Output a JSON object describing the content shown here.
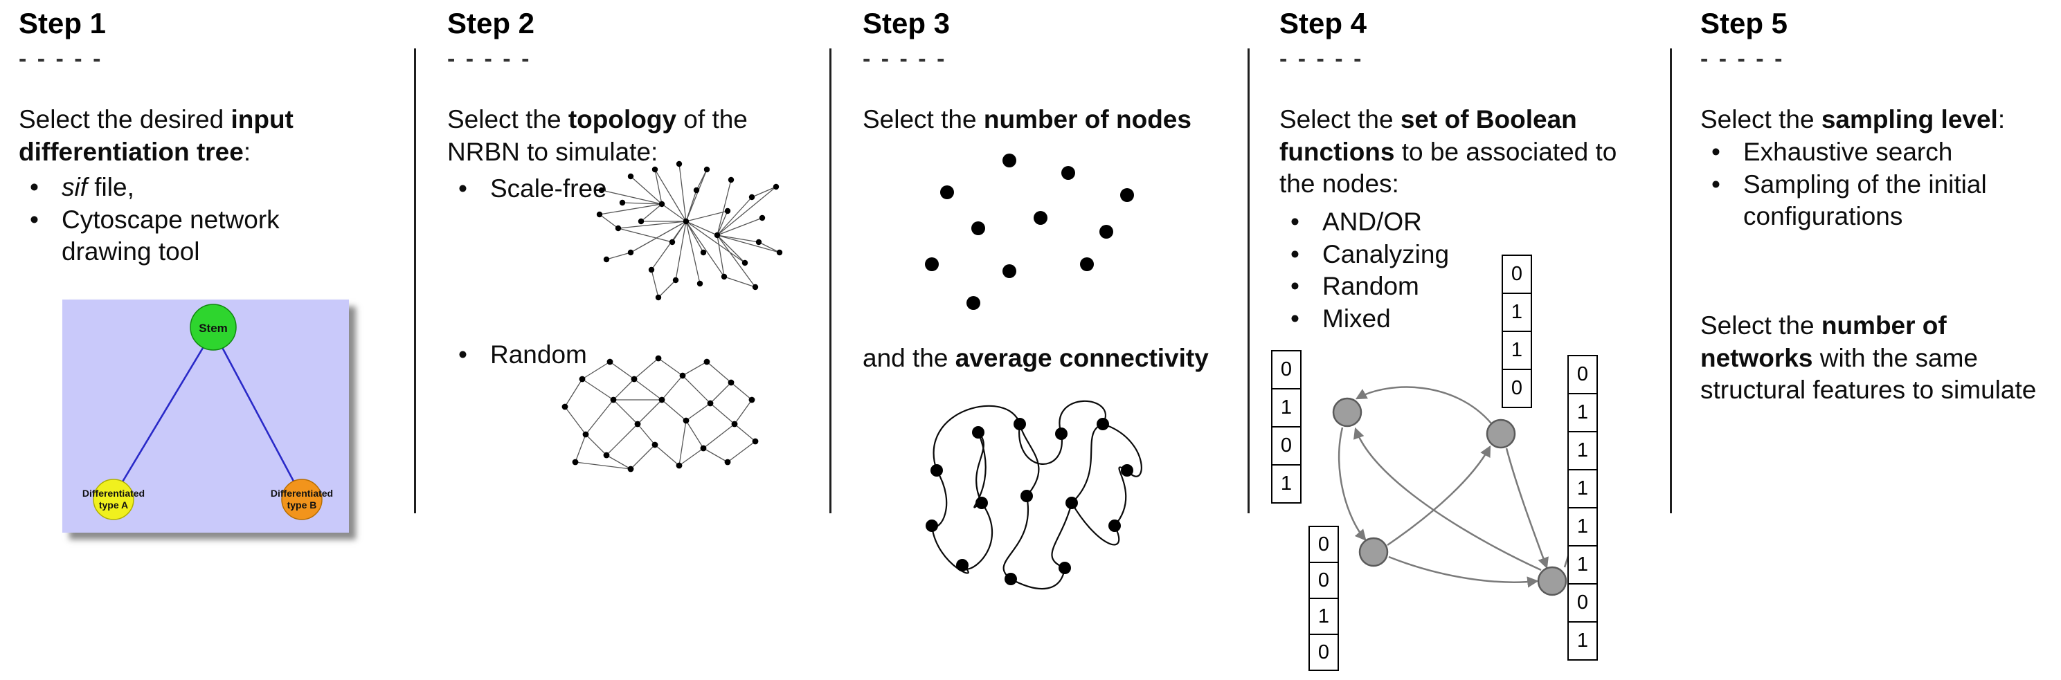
{
  "step1": {
    "title": "Step 1",
    "dashes": "- - - - -",
    "intro_pre": "Select the desired ",
    "intro_bold": "input differentiation tree",
    "intro_post": ":",
    "bullet1_italic": "sif",
    "bullet1_rest": " file,",
    "bullet2": "Cytoscape network drawing tool",
    "tree": {
      "stem_label": "Stem",
      "type_a_line1": "Differentiated",
      "type_a_line2": "type A",
      "type_b_line1": "Differentiated",
      "type_b_line2": "type B",
      "colors": {
        "background": "#c9c9fa",
        "stem": "#2ed52e",
        "type_a": "#f0f01e",
        "type_b": "#f2941c",
        "edge": "#2929c8"
      }
    }
  },
  "step2": {
    "title": "Step 2",
    "dashes": "- - - - -",
    "intro_pre": "Select the ",
    "intro_bold": "topology",
    "intro_post": " of the NRBN to simulate:",
    "bullet1": "Scale-free",
    "bullet2": "Random"
  },
  "step3": {
    "title": "Step 3",
    "dashes": "- - - - -",
    "line1_pre": "Select the ",
    "line1_bold": "number of nodes",
    "line2_pre": "and the ",
    "line2_bold": "average connectivity"
  },
  "step4": {
    "title": "Step 4",
    "dashes": "- - - - -",
    "intro_pre": "Select the ",
    "intro_bold": "set of Boolean functions",
    "intro_post": " to be associated to the nodes:",
    "bullets": [
      "AND/OR",
      "Canalyzing",
      "Random",
      "Mixed"
    ],
    "tables": {
      "left": [
        "0",
        "1",
        "0",
        "1"
      ],
      "top": [
        "0",
        "1",
        "1",
        "0"
      ],
      "bottom": [
        "0",
        "0",
        "1",
        "0"
      ],
      "right": [
        "0",
        "1",
        "1",
        "1",
        "1",
        "1",
        "0",
        "1"
      ]
    },
    "colors": {
      "node": "#9e9e9e"
    }
  },
  "step5": {
    "title": "Step 5",
    "dashes": "- - - - -",
    "intro_pre": "Select the ",
    "intro_bold": "sampling level",
    "intro_post": ":",
    "bullet1": "Exhaustive search",
    "bullet2": "Sampling of the initial configurations",
    "second_pre": "Select the ",
    "second_bold_a": "number of",
    "second_bold_b": "networks",
    "second_post": " with the same structural features to simulate"
  }
}
